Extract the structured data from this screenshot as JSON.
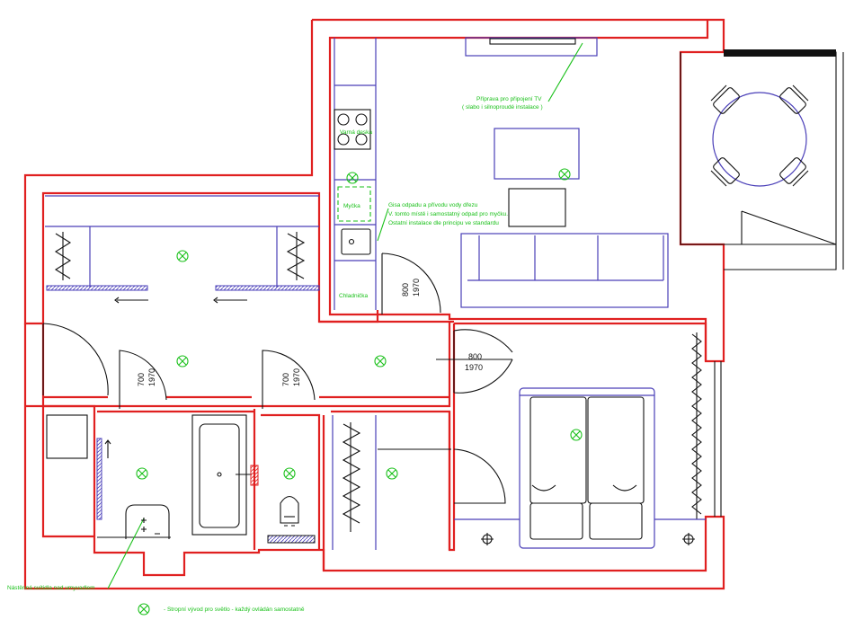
{
  "labels": {
    "tv": "Příprava pro připojení TV",
    "tv_sub": "( slabo i silnoproudé instalace )",
    "hob": "Varná deska",
    "dishwasher": "Myčka",
    "fridge": "Chladnička",
    "sink_note1": "Gisa odpadu a přívodu vody dřezu",
    "sink_note2": "V. tomto místě i samostatný odpad pro myčku.",
    "sink_note3": "Ostatní instalace dle principu ve standardu",
    "wall_light": "Nástěnná svítidla nad umyvadlem",
    "legend": "- Stropní vývod pro světlo - každý ovládán samostatně"
  },
  "doors": [
    {
      "width": "800",
      "height": "1970"
    },
    {
      "width": "800",
      "height": "1970"
    },
    {
      "width": "700",
      "height": "1970"
    },
    {
      "width": "700",
      "height": "1970"
    }
  ],
  "colors": {
    "walls": "#e02020",
    "furniture": "#4a3fb8",
    "annotations": "#19c019",
    "lines": "#111111"
  }
}
